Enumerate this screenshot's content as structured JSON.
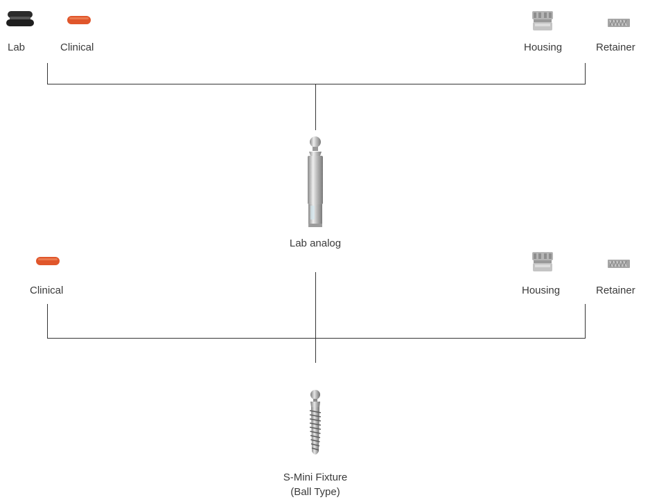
{
  "top_group": {
    "lab_label": "Lab",
    "clinical_label": "Clinical",
    "housing_label": "Housing",
    "retainer_label": "Retainer"
  },
  "middle_component": {
    "label": "Lab analog"
  },
  "bottom_group": {
    "clinical_label": "Clinical",
    "housing_label": "Housing",
    "retainer_label": "Retainer"
  },
  "bottom_component": {
    "label_line1": "S-Mini Fixture",
    "label_line2": "(Ball Type)"
  },
  "colors": {
    "lab_cap": "#2a2a2a",
    "clinical_cap": "#e0562b",
    "metal": "#a8a8a8",
    "line": "#333333"
  }
}
